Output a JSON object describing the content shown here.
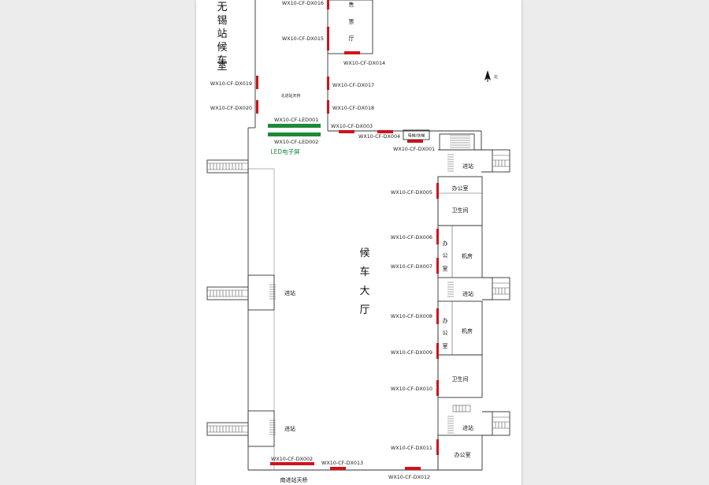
{
  "labels": {
    "waiting_room_vertical": [
      "无",
      "锡",
      "站",
      "候",
      "车",
      "室"
    ],
    "ticket_hall_vertical": [
      "售",
      "票",
      "厅"
    ],
    "waiting_hall_vertical": [
      "候",
      "车",
      "大",
      "厅"
    ],
    "office_vertical": [
      "办",
      "公",
      "室"
    ],
    "north_label": "北",
    "north_bridge": "北进站天桥",
    "south_bridge": "南进站天桥",
    "led_legend": "LED电子屏",
    "special_box": "电梯/扶梯",
    "entrance": "进站",
    "office": "办公室",
    "restroom": "卫生间",
    "machine_room": "机房"
  },
  "ad_slots": {
    "dx016": "WX10-CF-DX016",
    "dx015": "WX10-CF-DX015",
    "dx014": "WX10-CF-DX014",
    "dx019": "WX10-CF-DX019",
    "dx017": "WX10-CF-DX017",
    "dx020": "WX10-CF-DX020",
    "dx018": "WX10-CF-DX018",
    "led001": "WX10-CF-LED001",
    "led002": "WX10-CF-LED002",
    "dx003": "WX10-CF-DX003",
    "dx004": "WX10-CF-DX004",
    "dx001": "WX10-CF-DX001",
    "dx005": "WX10-CF-DX005",
    "dx006": "WX10-CF-DX006",
    "dx007": "WX10-CF-DX007",
    "dx008": "WX10-CF-DX008",
    "dx009": "WX10-CF-DX009",
    "dx010": "WX10-CF-DX010",
    "dx011": "WX10-CF-DX011",
    "dx002": "WX10-CF-DX002",
    "dx013": "WX10-CF-DX013",
    "dx012": "WX10-CF-DX012"
  },
  "colors": {
    "ad_slot": "#d0121b",
    "led": "#1e8a3a",
    "wall": "#333333"
  }
}
